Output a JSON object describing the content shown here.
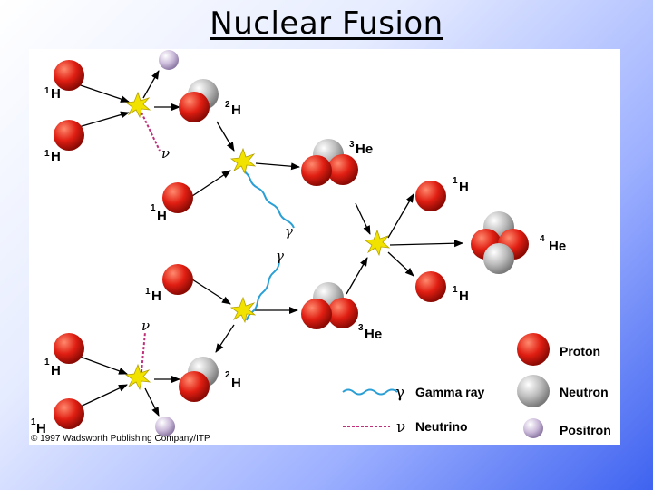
{
  "title": "Nuclear Fusion",
  "copyright": "© 1997 Wadsworth Publishing Company/ITP",
  "symbols": {
    "H_mass": "1",
    "H_el": "H",
    "deut_mass": "2",
    "deut_el": "H",
    "he3_mass": "3",
    "he3_el": "He",
    "he4_mass": "4",
    "he4_el": "He",
    "nu": "ν",
    "gamma": "γ"
  },
  "legend": {
    "proton": "Proton",
    "neutron": "Neutron",
    "positron": "Positron",
    "gamma_ray": "Gamma ray",
    "neutrino": "Neutrino"
  },
  "colors": {
    "proton": "#e01e12",
    "neutron": "#b5b5b5",
    "positron": "#c9b8d8",
    "gamma_wave": "#2a9fd6",
    "neutrino_line": "#c0307a",
    "flash": "#f2e200"
  }
}
